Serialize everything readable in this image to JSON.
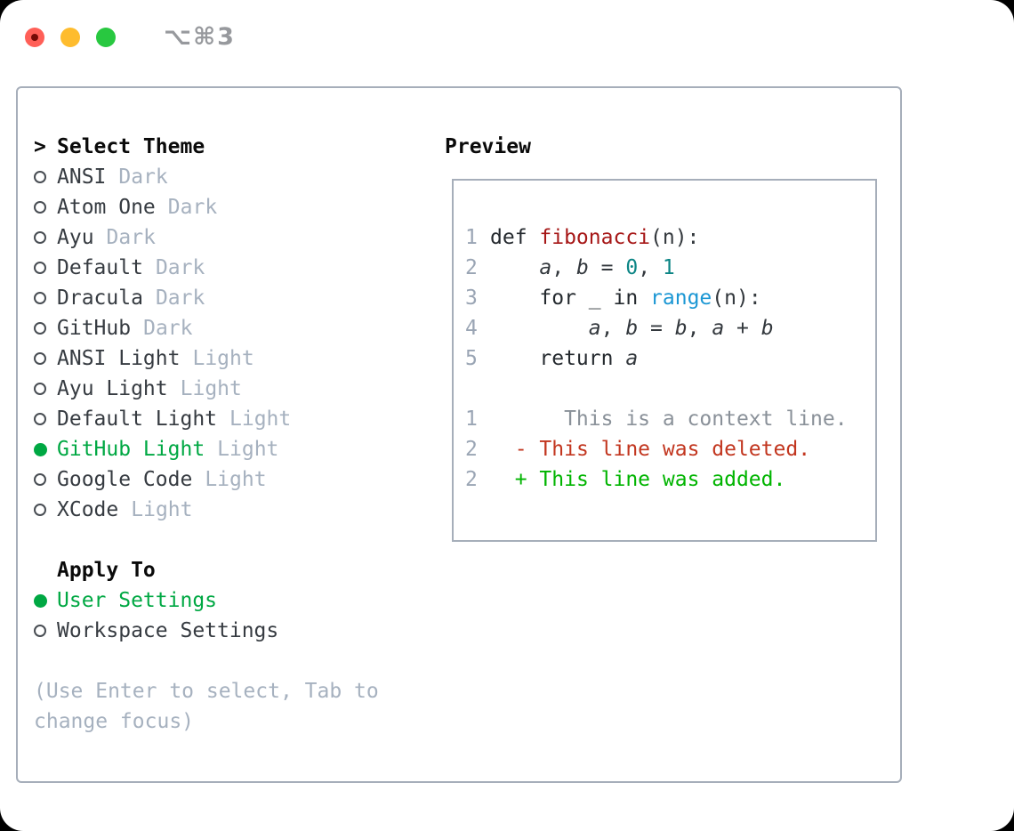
{
  "window": {
    "title": "⌥⌘3",
    "traffic_lights": [
      "close",
      "minimize",
      "zoom"
    ]
  },
  "theme_menu": {
    "selector_caret": ">",
    "header": "Select Theme",
    "items": [
      {
        "label": "ANSI",
        "variant": "Dark",
        "selected": false
      },
      {
        "label": "Atom One",
        "variant": "Dark",
        "selected": false
      },
      {
        "label": "Ayu",
        "variant": "Dark",
        "selected": false
      },
      {
        "label": "Default",
        "variant": "Dark",
        "selected": false
      },
      {
        "label": "Dracula",
        "variant": "Dark",
        "selected": false
      },
      {
        "label": "GitHub",
        "variant": "Dark",
        "selected": false
      },
      {
        "label": "ANSI Light",
        "variant": "Light",
        "selected": false
      },
      {
        "label": "Ayu Light",
        "variant": "Light",
        "selected": false
      },
      {
        "label": "Default Light",
        "variant": "Light",
        "selected": false
      },
      {
        "label": "GitHub Light",
        "variant": "Light",
        "selected": true
      },
      {
        "label": "Google Code",
        "variant": "Light",
        "selected": false
      },
      {
        "label": "XCode",
        "variant": "Light",
        "selected": false
      }
    ]
  },
  "apply_to": {
    "header": "Apply To",
    "options": [
      {
        "label": "User Settings",
        "selected": true
      },
      {
        "label": "Workspace Settings",
        "selected": false
      }
    ]
  },
  "hint_lines": [
    "(Use Enter to select, Tab to",
    "change focus)"
  ],
  "preview": {
    "header": "Preview",
    "code_lines": [
      {
        "num": "1",
        "segments": [
          {
            "text": "def ",
            "style": "keyword"
          },
          {
            "text": "fibonacci",
            "style": "function"
          },
          {
            "text": "(n):",
            "style": "plain"
          }
        ]
      },
      {
        "num": "2",
        "segments": [
          {
            "text": "    ",
            "style": "plain"
          },
          {
            "text": "a",
            "style": "variable"
          },
          {
            "text": ", ",
            "style": "plain"
          },
          {
            "text": "b",
            "style": "variable"
          },
          {
            "text": " = ",
            "style": "plain"
          },
          {
            "text": "0",
            "style": "number"
          },
          {
            "text": ", ",
            "style": "plain"
          },
          {
            "text": "1",
            "style": "number"
          }
        ]
      },
      {
        "num": "3",
        "segments": [
          {
            "text": "    ",
            "style": "plain"
          },
          {
            "text": "for",
            "style": "keyword"
          },
          {
            "text": " _ ",
            "style": "plain"
          },
          {
            "text": "in",
            "style": "keyword"
          },
          {
            "text": " ",
            "style": "plain"
          },
          {
            "text": "range",
            "style": "builtin"
          },
          {
            "text": "(n):",
            "style": "plain"
          }
        ]
      },
      {
        "num": "4",
        "segments": [
          {
            "text": "        ",
            "style": "plain"
          },
          {
            "text": "a",
            "style": "variable"
          },
          {
            "text": ", ",
            "style": "plain"
          },
          {
            "text": "b",
            "style": "variable"
          },
          {
            "text": " = ",
            "style": "plain"
          },
          {
            "text": "b",
            "style": "variable"
          },
          {
            "text": ", ",
            "style": "plain"
          },
          {
            "text": "a",
            "style": "variable"
          },
          {
            "text": " + ",
            "style": "plain"
          },
          {
            "text": "b",
            "style": "variable"
          }
        ]
      },
      {
        "num": "5",
        "segments": [
          {
            "text": "    ",
            "style": "plain"
          },
          {
            "text": "return",
            "style": "keyword"
          },
          {
            "text": " ",
            "style": "plain"
          },
          {
            "text": "a",
            "style": "variable"
          }
        ]
      },
      {
        "num": "",
        "segments": []
      },
      {
        "num": "1",
        "segments": [
          {
            "text": "      This is a context line.",
            "style": "context"
          }
        ]
      },
      {
        "num": "2",
        "segments": [
          {
            "text": "  ",
            "style": "plain"
          },
          {
            "text": "- This line was deleted.",
            "style": "deleted"
          }
        ]
      },
      {
        "num": "2",
        "segments": [
          {
            "text": "  ",
            "style": "plain"
          },
          {
            "text": "+ This line was added.",
            "style": "added"
          }
        ]
      }
    ]
  },
  "colors": {
    "selected_green": "#00a843",
    "added_green": "#00b400",
    "deleted_red": "#c2361f",
    "function_red": "#a61717",
    "number_teal": "#0c8585",
    "builtin_blue": "#1b97d4",
    "muted_gray": "#a6b1bf",
    "border_gray": "#a6aeba",
    "traffic_red": "#ff5f57",
    "traffic_yellow": "#febc2e",
    "traffic_green": "#28c840"
  }
}
